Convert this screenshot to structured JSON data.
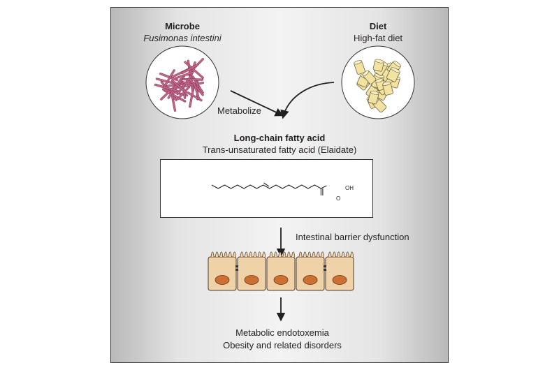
{
  "microbe": {
    "title": "Microbe",
    "species": "Fusimonas intestini"
  },
  "diet": {
    "title": "Diet",
    "subtitle": "High-fat diet"
  },
  "metabolize_label": "Metabolize",
  "fatty_acid": {
    "title": "Long-chain fatty acid",
    "subtitle": "Trans-unsaturated fatty acid (Elaidate)"
  },
  "molecule": {
    "oh_label": "OH",
    "o_label": "O"
  },
  "barrier_label": "Intestinal barrier dysfunction",
  "outcome": {
    "line1": "Metabolic endotoxemia",
    "line2": "Obesity and related disorders"
  },
  "colors": {
    "bacteria": "#c2688a",
    "fat_cube": "#f2e3a0",
    "cell": "#efd2a8",
    "nucleus": "#cc6f32",
    "arrow": "#231f20"
  }
}
